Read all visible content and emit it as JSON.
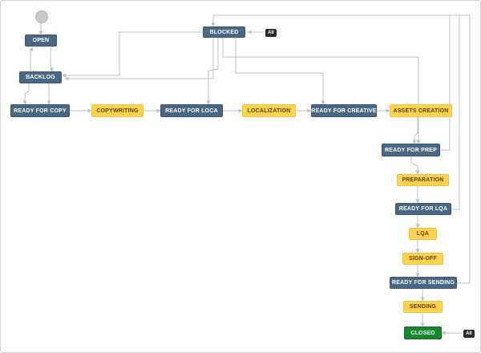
{
  "statuses": {
    "open": "OPEN",
    "backlog": "BACKLOG",
    "blocked": "BLOCKED",
    "ready_for_copy": "READY FOR COPY",
    "copywriting": "COPYWRITING",
    "ready_for_loca": "READY FOR LOCA",
    "localization": "LOCALIZATION",
    "ready_for_creative": "READY FOR CREATIVE",
    "assets_creation": "ASSETS CREATION",
    "ready_for_prep": "READY FOR PREP",
    "preparation": "PREPARATION",
    "ready_for_lqa": "READY FOR LQA",
    "lqa": "LQA",
    "sign_off": "SIGN-OFF",
    "ready_for_sending": "READY FOR SENDING",
    "sending": "SENDING",
    "closed": "CLOSED"
  },
  "tags": {
    "blocked_all": "All",
    "closed_all": "All"
  },
  "colors": {
    "todo": "#4a6785",
    "in_progress": "#ffd351",
    "done": "#14892c",
    "connector": "#b8bfc8"
  }
}
